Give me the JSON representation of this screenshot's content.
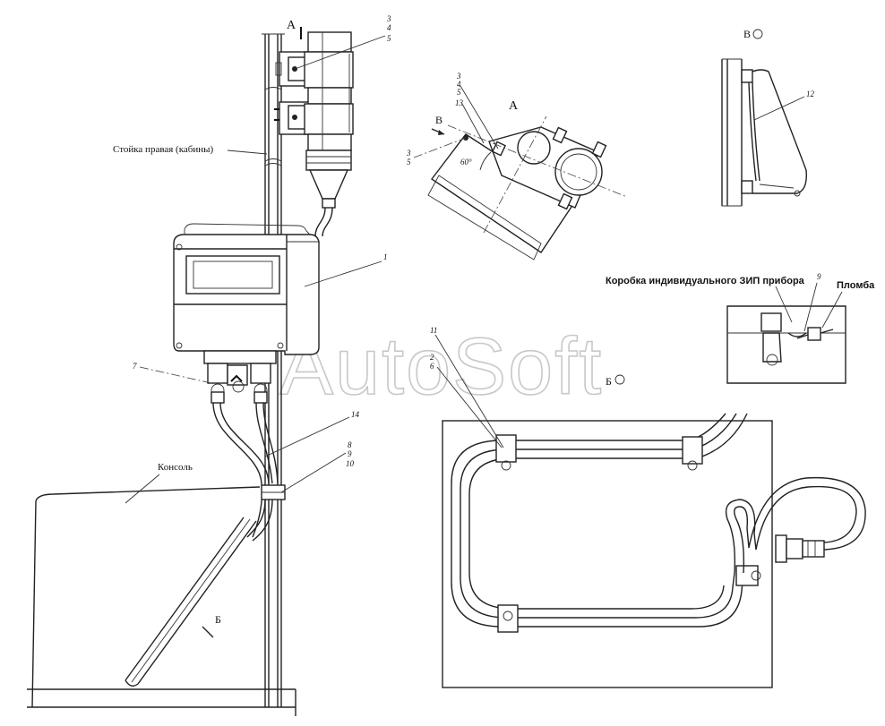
{
  "labels": {
    "pillar": "Стойка правая (кабины)",
    "console": "Консоль",
    "spares_box": "Коробка индивидуального ЗИП прибора",
    "seal": "Пломба"
  },
  "views": {
    "a_top": "А",
    "a_detail": "А",
    "b_arrow": "В",
    "b_bottom": "Б",
    "v_view": "В",
    "b_view": "Б"
  },
  "callouts": {
    "n1": "1",
    "n7": "7",
    "n14": "14",
    "n11": "11",
    "n12": "12",
    "n9_seal": "9",
    "n2": "2",
    "n6": "6",
    "n8": "8",
    "n9": "9",
    "n10": "10",
    "n3a": "3",
    "n4a": "4",
    "n5a": "5",
    "n3b": "3",
    "n4b": "4",
    "n5b": "5",
    "n13": "13",
    "n3c": "3",
    "n5c": "5",
    "angle": "60°"
  },
  "watermark": "AutoSoft"
}
